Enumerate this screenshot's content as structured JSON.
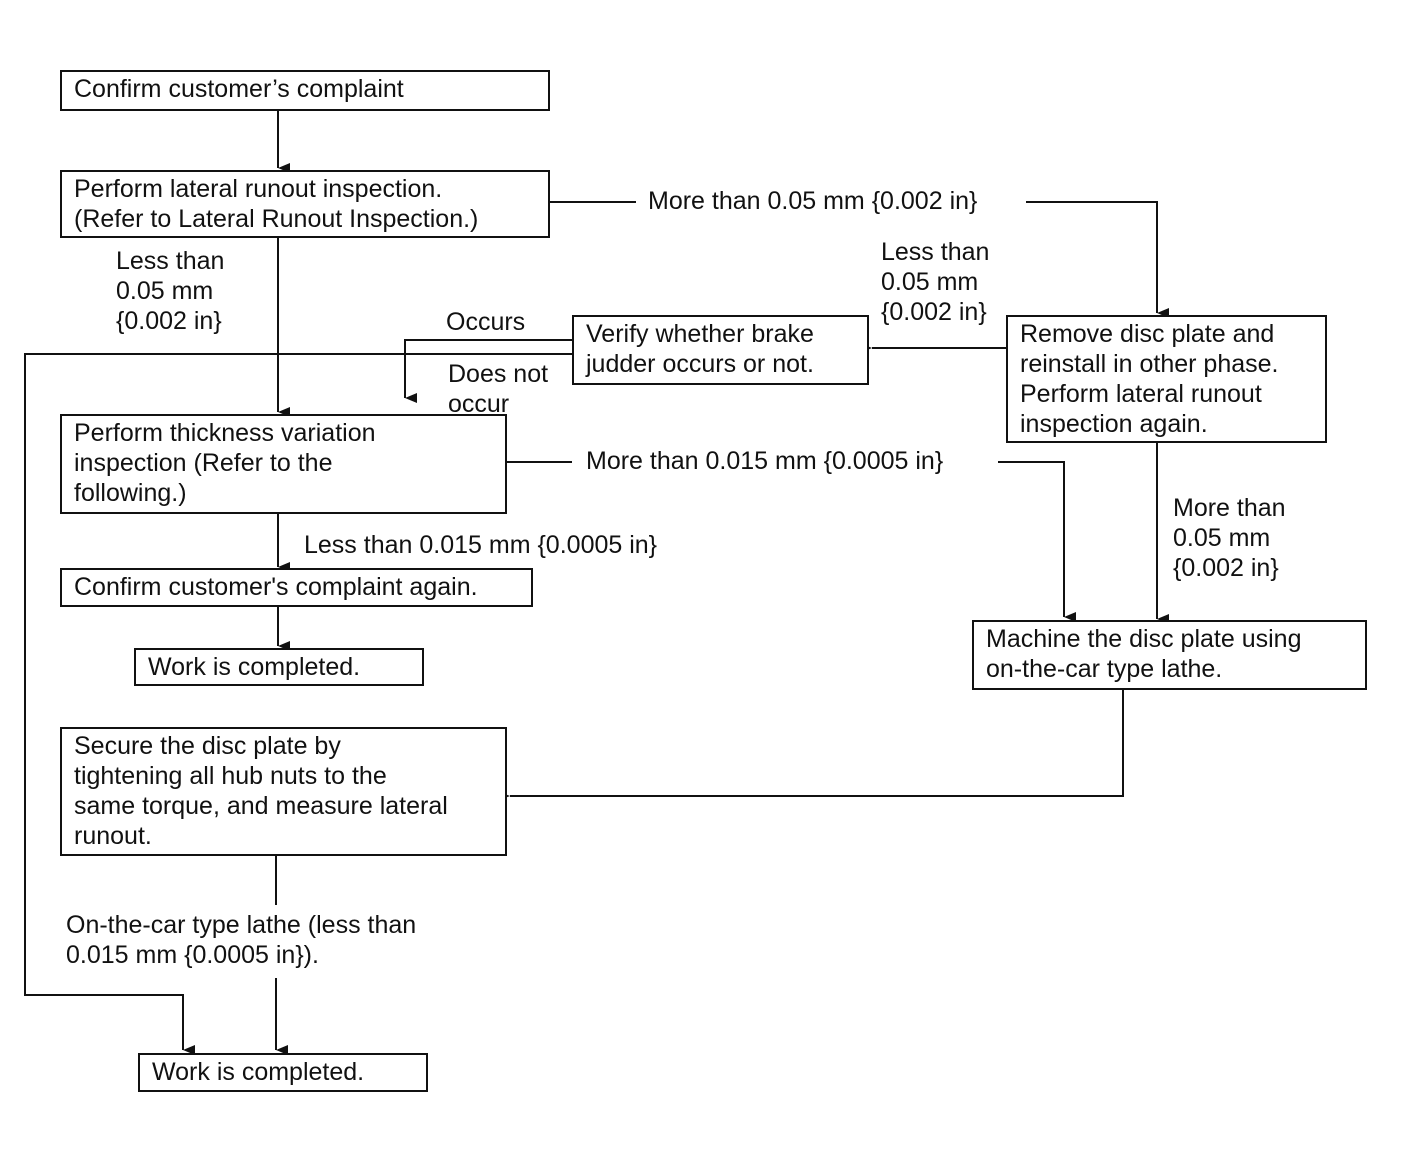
{
  "boxes": {
    "confirm_complaint": "Confirm customer’s complaint",
    "lateral_runout": "Perform lateral runout inspection.\n(Refer to Lateral Runout Inspection.)",
    "verify_judder": "Verify whether brake\njudder occurs or not.",
    "remove_disc": "Remove disc plate and\nreinstall in other phase.\nPerform lateral runout\ninspection again.",
    "thickness_variation": "Perform thickness variation\ninspection (Refer to the\nfollowing.)",
    "confirm_again": "Confirm customer's complaint again.",
    "work_completed_1": "Work is completed.",
    "machine_disc": "Machine the disc plate using\non-the-car type lathe.",
    "secure_disc": "Secure the disc plate by\ntightening all hub nuts to the\nsame torque, and measure lateral\nrunout.",
    "work_completed_2": "Work is completed."
  },
  "labels": {
    "more_than_005_top": "More than 0.05 mm {0.002 in}",
    "less_than_005_left": "Less than\n0.05 mm\n{0.002 in}",
    "less_than_005_mid": "Less than\n0.05 mm\n{0.002 in}",
    "occurs": "Occurs",
    "does_not_occur": "Does not\noccur",
    "more_than_0015": "More than 0.015 mm {0.0005 in}",
    "less_than_0015": "Less than 0.015 mm {0.0005 in}",
    "more_than_005_right": "More than\n0.05 mm\n{0.002 in}",
    "lathe_condition": "On-the-car type lathe (less than\n0.015 mm {0.0005 in})."
  }
}
